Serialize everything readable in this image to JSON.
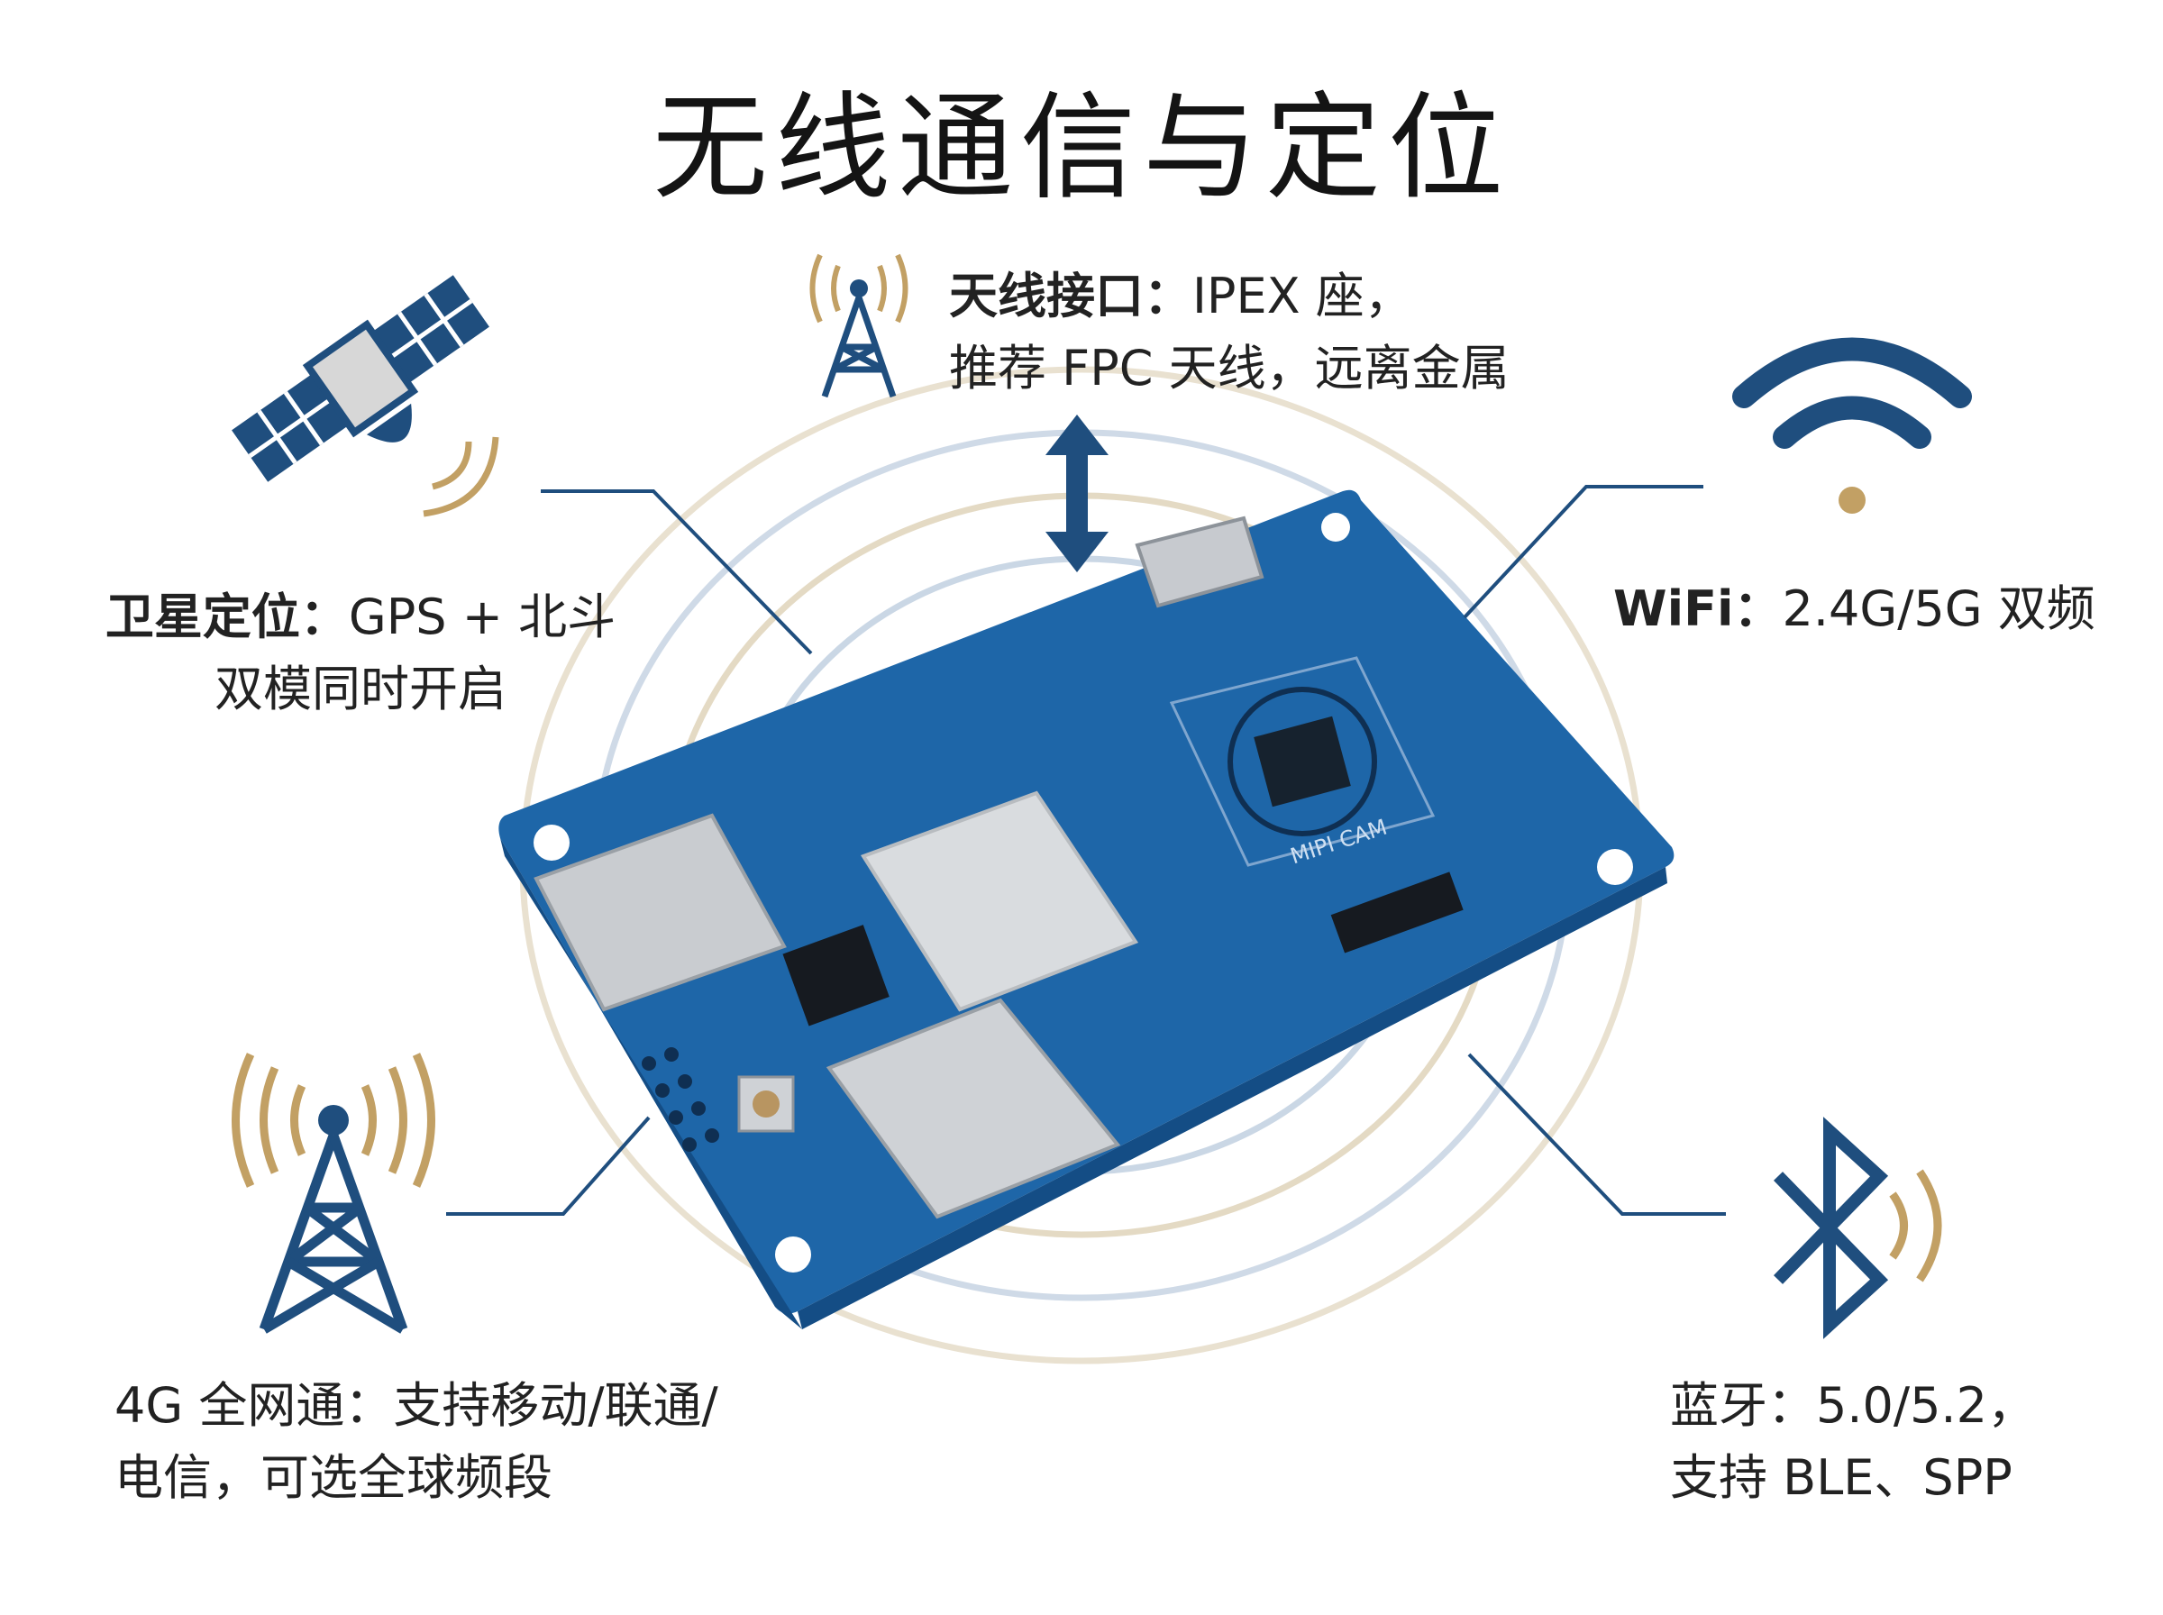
{
  "title": "无线通信与定位",
  "labels": {
    "antenna": {
      "bold": "天线接口：",
      "rest": "IPEX 座，",
      "line2": "推荐 FPC 天线，远离金属"
    },
    "satellite": {
      "bold": "卫星定位：",
      "rest": "GPS + 北斗",
      "line2": "双模同时开启"
    },
    "wifi": {
      "bold": "WiFi：",
      "rest": "2.4G/5G 双频"
    },
    "cellular": {
      "line1": "4G 全网通：支持移动/联通/",
      "line2": "电信，可选全球频段"
    },
    "bluetooth": {
      "line1": "蓝牙：5.0/5.2，",
      "line2": "支持 BLE、SPP"
    }
  },
  "board_silkscreen": {
    "camera": "MIPI CAM"
  },
  "colors": {
    "navy": "#1f4e7e",
    "gold": "#c2a064",
    "pcb": "#1e66a8",
    "pcb_dark": "#144d85",
    "metal": "#d9dcdf"
  },
  "icons": [
    "satellite-icon",
    "antenna-tower-icon",
    "wifi-icon",
    "cell-tower-icon",
    "bluetooth-icon",
    "double-arrow-icon"
  ]
}
